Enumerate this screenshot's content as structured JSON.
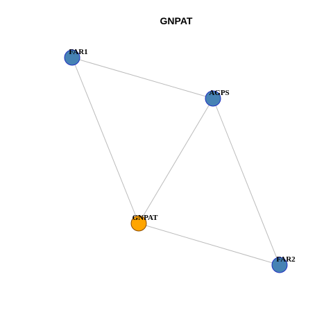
{
  "title": "GNPAT",
  "colors": {
    "default_node": "#4682B4",
    "center_node": "#FFA500",
    "node_border_default": "#1f2fbf",
    "node_border_center": "#8a4a00",
    "edge": "#bbbbbb"
  },
  "nodes": [
    {
      "id": "FAR1",
      "label": "FAR1",
      "kind": "default"
    },
    {
      "id": "AGPS",
      "label": "AGPS",
      "kind": "default"
    },
    {
      "id": "GNPAT",
      "label": "GNPAT",
      "kind": "center"
    },
    {
      "id": "FAR2",
      "label": "FAR2",
      "kind": "default"
    }
  ],
  "edges": [
    {
      "source": "FAR1",
      "target": "AGPS"
    },
    {
      "source": "FAR1",
      "target": "GNPAT"
    },
    {
      "source": "AGPS",
      "target": "GNPAT"
    },
    {
      "source": "AGPS",
      "target": "FAR2"
    },
    {
      "source": "GNPAT",
      "target": "FAR2"
    }
  ]
}
